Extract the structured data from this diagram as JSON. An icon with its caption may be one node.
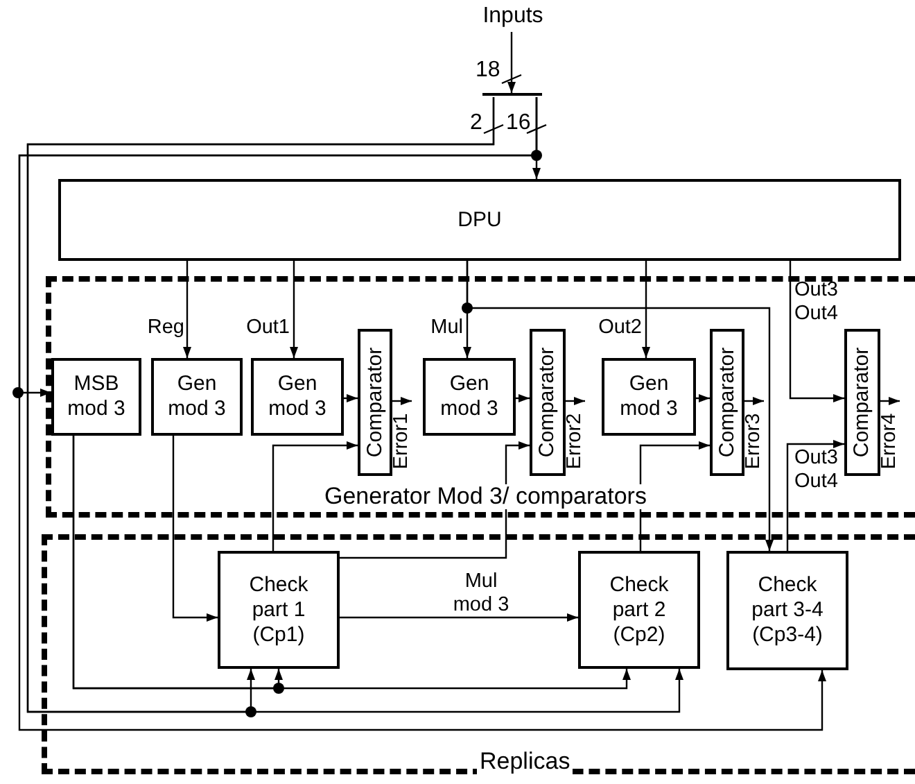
{
  "diagram": {
    "nodes": [
      {
        "text": [
          "Inputs"
        ]
      },
      {
        "text": [],
        "shape": "bar"
      },
      {
        "text": [
          "DPU"
        ]
      },
      {
        "text": [
          "Generator Mod 3/ comparators"
        ]
      },
      {
        "text": [
          "MSB mod 3"
        ],
        "in": 3
      },
      {
        "text": [
          "Gen mod 3"
        ],
        "in": 3
      },
      {
        "text": [
          "Gen mod 3"
        ],
        "in": 3
      },
      {
        "text": [
          "Comparator"
        ],
        "in": 3
      },
      {
        "text": [
          "Gen mod 3"
        ],
        "in": 3
      },
      {
        "text": [
          "Comparator"
        ],
        "in": 3
      },
      {
        "text": [
          "Gen mod 3"
        ],
        "in": 3
      },
      {
        "text": [
          "Comparator"
        ],
        "in": 3
      },
      {
        "text": [
          "Comparator"
        ],
        "in": 3
      },
      {
        "text": [
          "Replicas"
        ]
      },
      {
        "text": [
          "Check part 1 (Cp1)"
        ],
        "in": 13
      },
      {
        "text": [
          "Check part 2 (Cp2)"
        ],
        "in": 13
      },
      {
        "text": [
          "Check part 3-4 (Cp3-4)"
        ],
        "in": 13
      }
    ],
    "edges": [
      {
        "from": 0,
        "to": 1,
        "arrow": "to"
      },
      {
        "from": 1,
        "to": 2,
        "arrow": "to"
      },
      {
        "from": 1,
        "to": 4,
        "arrow": "to"
      },
      {
        "from": 1,
        "to": 16,
        "arrow": "to"
      },
      {
        "from": 1,
        "to": 15,
        "arrow": "to"
      },
      {
        "from": 1,
        "to": 14,
        "arrow": "to"
      },
      {
        "from": 2,
        "to": 5,
        "arrow": "to",
        "label": "Reg"
      },
      {
        "from": 2,
        "to": 6,
        "arrow": "to",
        "label": "Out1"
      },
      {
        "from": 2,
        "to": 8,
        "arrow": "to",
        "label": "Mul"
      },
      {
        "from": 2,
        "to": 16,
        "arrow": "to"
      },
      {
        "from": 2,
        "to": 10,
        "arrow": "to",
        "label": "Out2"
      },
      {
        "from": 2,
        "to": 12,
        "arrow": "to",
        "label": "Out3 Out4"
      },
      {
        "from": 6,
        "to": 7,
        "arrow": "to"
      },
      {
        "from": 8,
        "to": 9,
        "arrow": "to"
      },
      {
        "from": 10,
        "to": 11,
        "arrow": "to"
      },
      {
        "from": 7,
        "to": null,
        "arrow": "to",
        "label": "Error1"
      },
      {
        "from": 9,
        "to": null,
        "arrow": "to",
        "label": "Error2"
      },
      {
        "from": 11,
        "to": null,
        "arrow": "to",
        "label": "Error3"
      },
      {
        "from": 12,
        "to": null,
        "arrow": "to",
        "label": "Error4"
      },
      {
        "from": 14,
        "to": 7,
        "arrow": "to"
      },
      {
        "from": 14,
        "to": 9,
        "arrow": "to"
      },
      {
        "from": 15,
        "to": 11,
        "arrow": "to"
      },
      {
        "from": 16,
        "to": 12,
        "arrow": "to",
        "label": "Out3 Out4"
      },
      {
        "from": 4,
        "to": 15,
        "arrow": "to"
      },
      {
        "from": 4,
        "to": 14,
        "arrow": "to"
      },
      {
        "from": 5,
        "to": 14,
        "arrow": "to"
      },
      {
        "from": 14,
        "to": 15,
        "arrow": "to",
        "label": "Mul mod 3"
      }
    ],
    "labels": [
      "18",
      "2",
      "16"
    ]
  }
}
